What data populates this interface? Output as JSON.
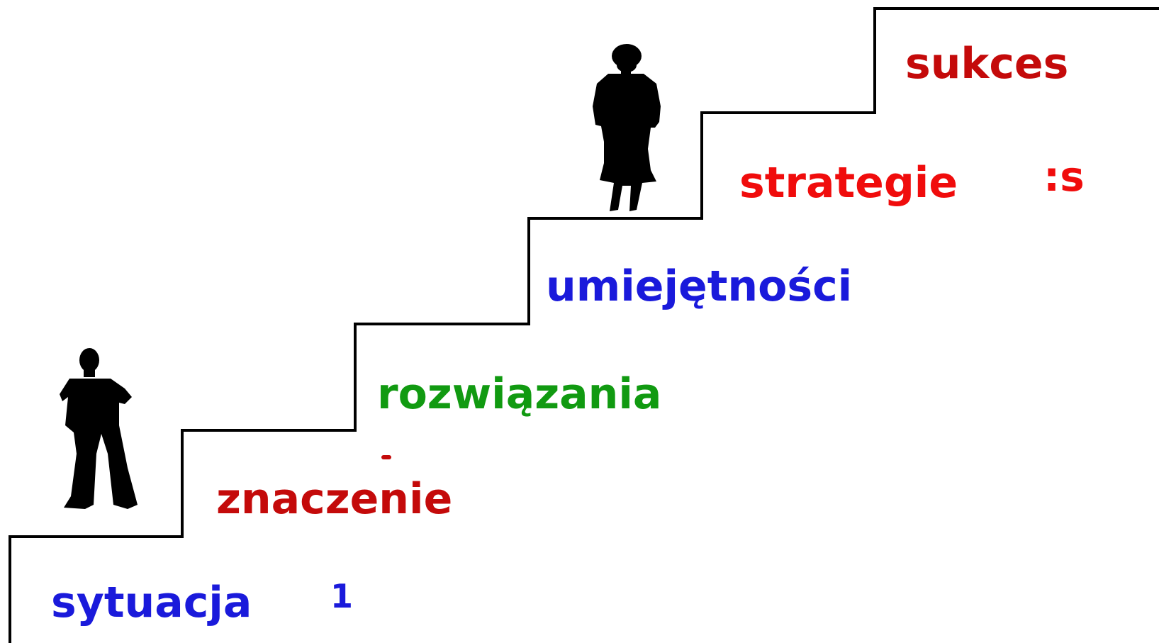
{
  "steps": [
    {
      "label": "sytuacja",
      "color": "#1a1adb"
    },
    {
      "label": "znaczenie",
      "color": "#c40a0a"
    },
    {
      "label": "rozwiązania",
      "color": "#119a11"
    },
    {
      "label": "umiejętności",
      "color": "#1a1adb"
    },
    {
      "label": "strategie",
      "color": "#f00c0c"
    },
    {
      "label": "sukces",
      "color": "#c40a0a"
    }
  ],
  "fragments": {
    "after_sytuacja": "1",
    "after_strategie": ":s"
  },
  "figures": {
    "lower": "man-silhouette",
    "upper": "woman-silhouette"
  },
  "line_color": "#000000"
}
